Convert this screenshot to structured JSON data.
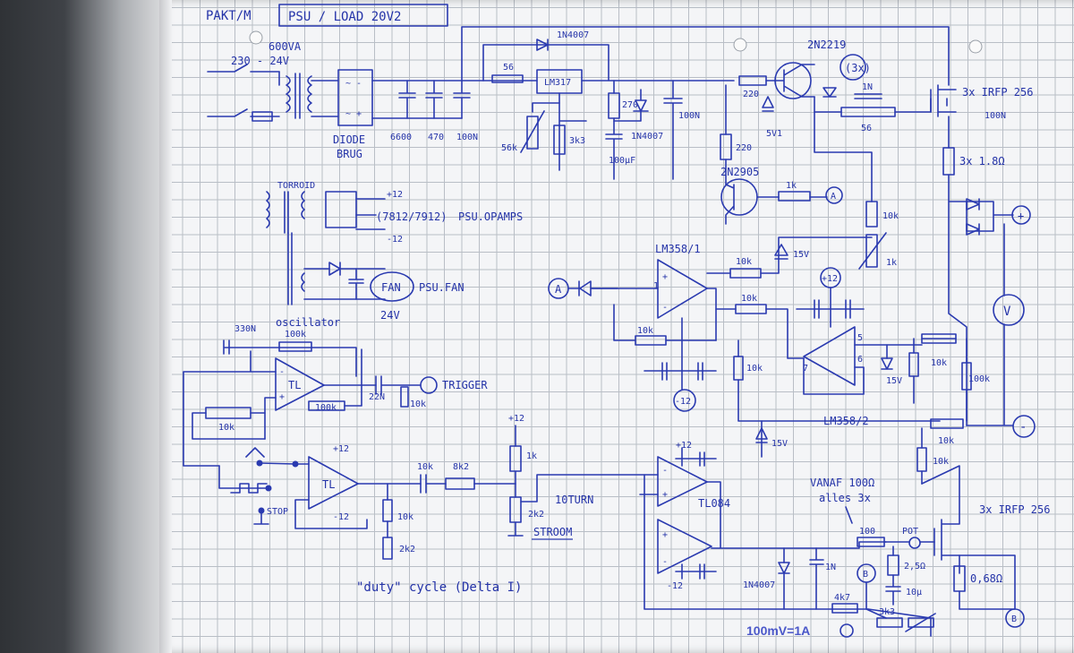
{
  "title": {
    "prefix": "PAKT/M",
    "boxed": "PSU / LOAD 20V2"
  },
  "psu": {
    "va": "600VA",
    "transformer": "230 - 24V",
    "bridge_line1": "DIODE",
    "bridge_line2": "BRUG",
    "cap1": "6600",
    "cap2": "470",
    "cap3": "100N",
    "r56": "56",
    "reg": "LM317",
    "diode_top": "1N4007",
    "r3k3": "3k3",
    "pot56k": "56k",
    "r270": "270",
    "diode2": "1N4007",
    "c100uf": "100µF",
    "c100n": "100N",
    "r220a": "220",
    "r220b": "220",
    "q1": "2N2219",
    "qcount": "(3x)",
    "zener5v": "5V1",
    "c1n": "1N",
    "r56b": "56",
    "mosfet": "3x IRFP 256",
    "c100n2": "100N",
    "rshunt": "3x 1.8Ω",
    "q2": "2N2905",
    "r1k": "1k",
    "r10k": "10k",
    "pot1k": "1k"
  },
  "aux": {
    "toroid": "TORROID",
    "plus12": "+12",
    "minus12": "-12",
    "reg": "(7812/7912)",
    "psu_opamps": "PSU.OPAMPS",
    "fan": "FAN",
    "psu_fan": "PSU.FAN",
    "v24": "24V"
  },
  "control": {
    "lm358_1": "LM358/1",
    "r10k_1": "10k",
    "r10k_2": "10k",
    "r10k_3": "10k",
    "r10k_4": "10k",
    "r10k_5": "10k",
    "r10k_6": "10k",
    "r100k": "100k",
    "z15a": "15V",
    "z15b": "15V",
    "z15c": "15V",
    "lm358_2": "LM358/2",
    "plus12": "+12",
    "minus12": "-12",
    "pot1k": "1k",
    "node_a": "A",
    "node_b": "B",
    "plus_term": "+",
    "minus_term": "-",
    "meter": "V",
    "pin1": "1",
    "pin7": "7",
    "pin6": "6",
    "pin5": "5"
  },
  "oscillator": {
    "label": "oscillator",
    "c330n": "330N",
    "r100k": "100k",
    "tl": "TL",
    "r100k2": "100k",
    "r10k": "10k",
    "c22n": "22N",
    "r10k2": "10k",
    "trigger": "TRIGGER",
    "start": "STOP",
    "plus12": "+12",
    "minus12": "-12",
    "r10k3": "10k",
    "r8k2": "8k2",
    "r1k": "1k",
    "r2k2": "2k2",
    "r10k4": "10k",
    "r2k2b": "2k2",
    "ten_turn": "10TURN",
    "stroom": "STROOM",
    "plus12b": "+12",
    "duty": "\"duty\" cycle (Delta I)"
  },
  "load": {
    "tl084": "TL084",
    "plus12": "+12",
    "minus12": "-12",
    "diode": "1N4007",
    "c1n": "1N",
    "r100": "100",
    "vanaf": "VANAF 100Ω",
    "alles": "alles 3x",
    "mosfet": "3x IRFP 256",
    "rshunt": "0,68Ω",
    "r2_5": "2,5Ω",
    "c10u": "10µ",
    "r4k7": "4k7",
    "r3k3": "3k3",
    "pot": "POT",
    "node_b1": "B",
    "node_b2": "B",
    "note": "100mV=1A"
  }
}
